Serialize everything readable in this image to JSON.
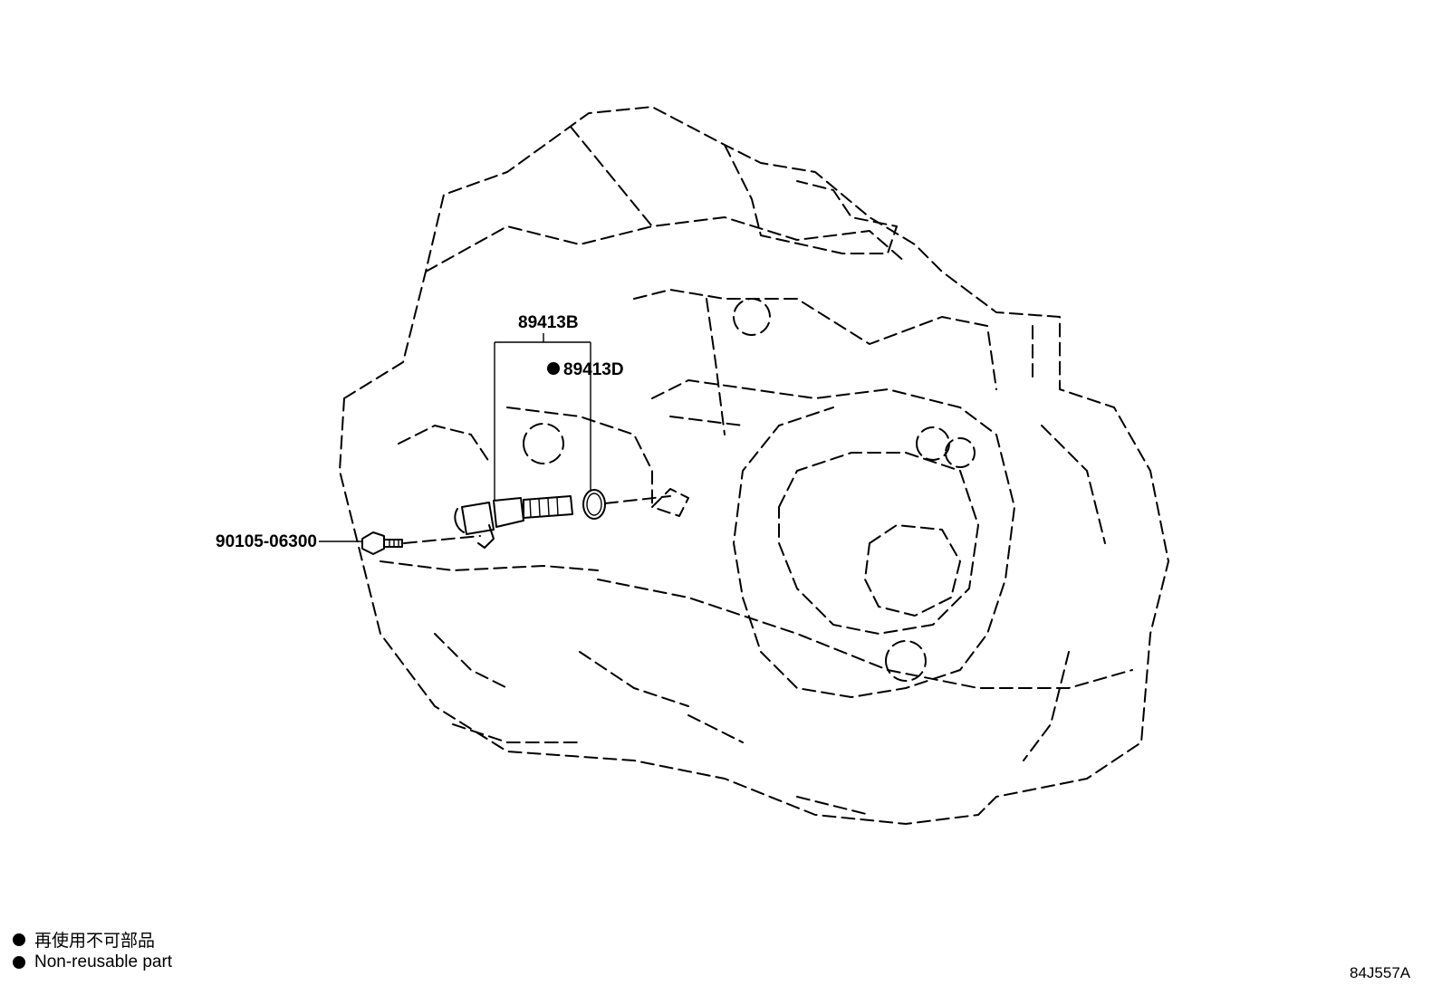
{
  "parts": {
    "sensor": "89413B",
    "oring": "89413D",
    "bolt": "90105-06300"
  },
  "legend": [
    {
      "symbol": "filled-circle",
      "text": "再使用不可部品"
    },
    {
      "symbol": "filled-circle",
      "text": "Non-reusable part"
    }
  ],
  "reference_code": "84J557A",
  "colors": {
    "ink": "#000000",
    "background": "#ffffff"
  }
}
